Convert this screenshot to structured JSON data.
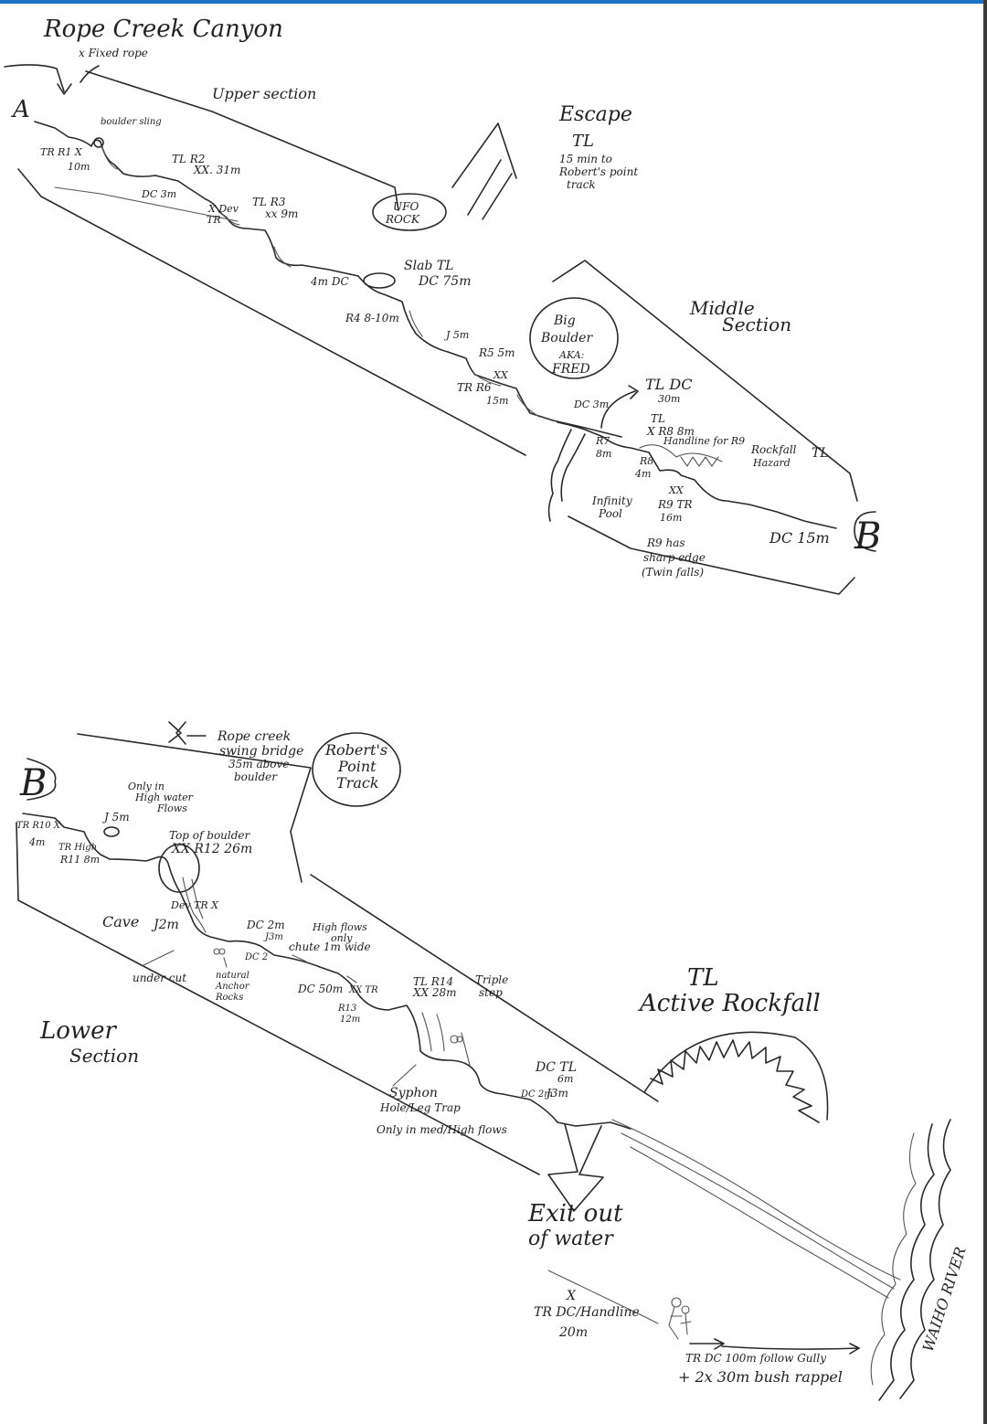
{
  "title": "Rope Creek Canyon",
  "labels": {
    "fixed_rope": "x Fixed rope",
    "marker_a": "A",
    "marker_b_top": "B",
    "marker_b_bottom": "B",
    "upper_section": "Upper section",
    "boulder_sling": "boulder sling",
    "tr_r1": "TR R1 X",
    "r1_len": "10m",
    "tl_r2": "TL R2",
    "r2_len": "XX. 31m",
    "dc_3m": "DC 3m",
    "dev": "X Dev",
    "dev_tr": "TR",
    "tl_r3": "TL R3",
    "r3_len": "xx 9m",
    "ufo_1": "UFO",
    "ufo_2": "ROCK",
    "escape": "Escape",
    "escape_tl": "TL",
    "escape_note_1": "15 min to",
    "escape_note_2": "Robert's point",
    "escape_note_3": "track",
    "dc_4m": "4m DC",
    "slab": "Slab TL",
    "slab_dc": "DC 75m",
    "r4": "R4 8-10m",
    "j5m_top": "J 5m",
    "r5": "R5 5m",
    "fred_1": "Big",
    "fred_2": "Boulder",
    "fred_3": "AKA:",
    "fred_4": "FRED",
    "tr_r6": "TR R6",
    "r6_len": "15m",
    "r6_xx": "XX",
    "middle_1": "Middle",
    "middle_2": "Section",
    "dc_3m_b": "DC 3m",
    "tl_dc": "TL DC",
    "tl_dc_len": "30m",
    "tl_mid": "TL",
    "r8": "X R8 8m",
    "handline": "Handline for R9",
    "rockfall_1": "Rockfall",
    "rockfall_2": "Hazard",
    "tl_right": "TL",
    "r7": "R7",
    "r7_len": "8m",
    "r8b": "R8",
    "r8b_len": "4m",
    "infinity_1": "Infinity",
    "infinity_2": "Pool",
    "r9_xx": "XX",
    "r9": "R9 TR",
    "r9_len": "16m",
    "dc_15m": "DC 15m",
    "r9_note_1": "R9 has",
    "r9_note_2": "sharp edge",
    "r9_note_3": "(Twin falls)",
    "bridge_1": "Rope creek",
    "bridge_2": "swing bridge",
    "bridge_3": "35m above",
    "bridge_4": "boulder",
    "roberts_1": "Robert's",
    "roberts_2": "Point",
    "roberts_3": "Track",
    "high_water_1": "Only in",
    "high_water_2": "High water",
    "high_water_3": "Flows",
    "j5m_low": "J 5m",
    "tr_r10": "TR R10 X",
    "r10_len": "4m",
    "tr_high": "TR High",
    "r11": "R11 8m",
    "top_boulder": "Top of boulder",
    "r12": "XX R12 26m",
    "dev_tr_low": "Dev TR X",
    "cave": "Cave",
    "j2m": "J2m",
    "dc_2m": "DC 2m",
    "j3m_a": "J3m",
    "high_flows_1": "High flows",
    "high_flows_2": "only",
    "chute": "chute 1m wide",
    "dc_small": "DC 2",
    "under_cut": "under cut",
    "natural_1": "natural",
    "natural_2": "Anchor",
    "natural_3": "Rocks",
    "dc_50m": "DC 50m",
    "tr_xx_low": "XX TR",
    "r13": "R13",
    "r13_len": "12m",
    "tl_r14": "TL R14",
    "r14_len": "XX 28m",
    "triple_1": "Triple",
    "triple_2": "step",
    "tl_big": "TL",
    "active_rockfall": "Active Rockfall",
    "lower_1": "Lower",
    "lower_2": "Section",
    "dc_tl": "DC TL",
    "dc_tl_len": "6m",
    "dc_2m_b": "DC 2m",
    "j3m_b": "J3m",
    "syphon_1": "Syphon",
    "syphon_2": "Hole/Leg Trap",
    "syphon_3": "Only in med/High flows",
    "exit_1": "Exit out",
    "exit_2": "of water",
    "tr_x": "X",
    "tr_handline": "TR DC/Handline",
    "tr_handline_len": "20m",
    "follow_gully": "TR DC 100m follow Gully",
    "bush_rappel": "+ 2x 30m bush rappel",
    "river": "WAIHO RIVER"
  }
}
